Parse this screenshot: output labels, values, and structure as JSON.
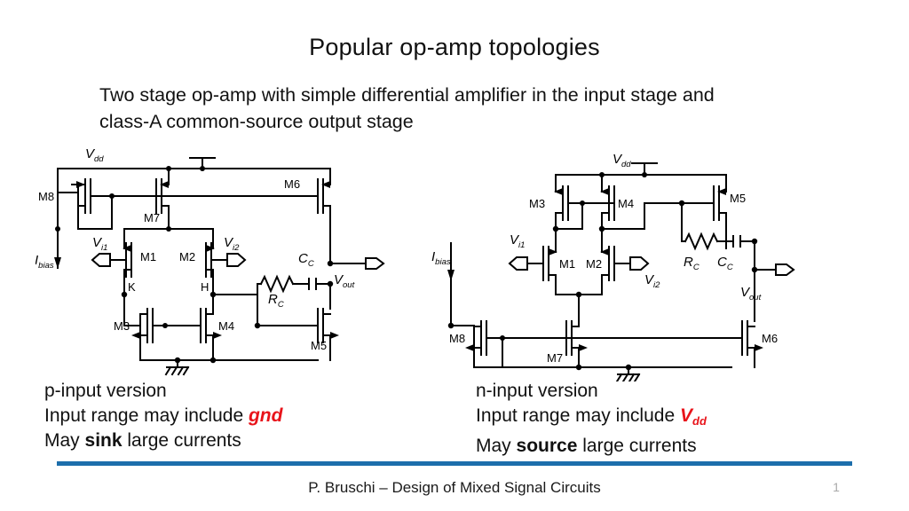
{
  "slide": {
    "title": "Popular op-amp topologies",
    "subtitle": "Two stage op-amp with simple differential amplifier in the input stage and class-A common-source output stage"
  },
  "footer": {
    "text": "P. Bruschi – Design of Mixed Signal Circuits",
    "page_number": "1",
    "rule_color": "#1c6eab"
  },
  "notes": {
    "left": {
      "version": "p-input version",
      "range_prefix": "Input range may include ",
      "range_value": "gnd",
      "range_value_sub": "",
      "current_prefix": "May ",
      "current_emph": "sink",
      "current_suffix": " large currents"
    },
    "right": {
      "version": "n-input version",
      "range_prefix": "Input range may include ",
      "range_value": "V",
      "range_value_sub": "dd",
      "current_prefix": "May ",
      "current_emph": "source",
      "current_suffix": " large currents"
    },
    "accent_color": "#e8131a"
  },
  "circuit_left": {
    "name": "p-input two-stage op-amp schematic",
    "supply_label": "V",
    "supply_sub": "dd",
    "bias_label": "I",
    "bias_sub": "bias",
    "out_label": "V",
    "out_sub": "out",
    "in1_label": "V",
    "in1_sub": "i1",
    "in2_label": "V",
    "in2_sub": "i2",
    "cap_label": "C",
    "cap_sub": "C",
    "res_label": "R",
    "res_sub": "C",
    "node_k": "K",
    "node_h": "H",
    "transistors": [
      "M8",
      "M7",
      "M6",
      "M1",
      "M2",
      "M3",
      "M4",
      "M5"
    ]
  },
  "circuit_right": {
    "name": "n-input two-stage op-amp schematic",
    "supply_label": "V",
    "supply_sub": "dd",
    "bias_label": "I",
    "bias_sub": "bias",
    "out_label": "V",
    "out_sub": "out",
    "in1_label": "V",
    "in1_sub": "i1",
    "in2_label": "V",
    "in2_sub": "i2",
    "cap_label": "C",
    "cap_sub": "C",
    "res_label": "R",
    "res_sub": "C",
    "transistors": [
      "M3",
      "M4",
      "M5",
      "M1",
      "M2",
      "M8",
      "M7",
      "M6"
    ]
  }
}
